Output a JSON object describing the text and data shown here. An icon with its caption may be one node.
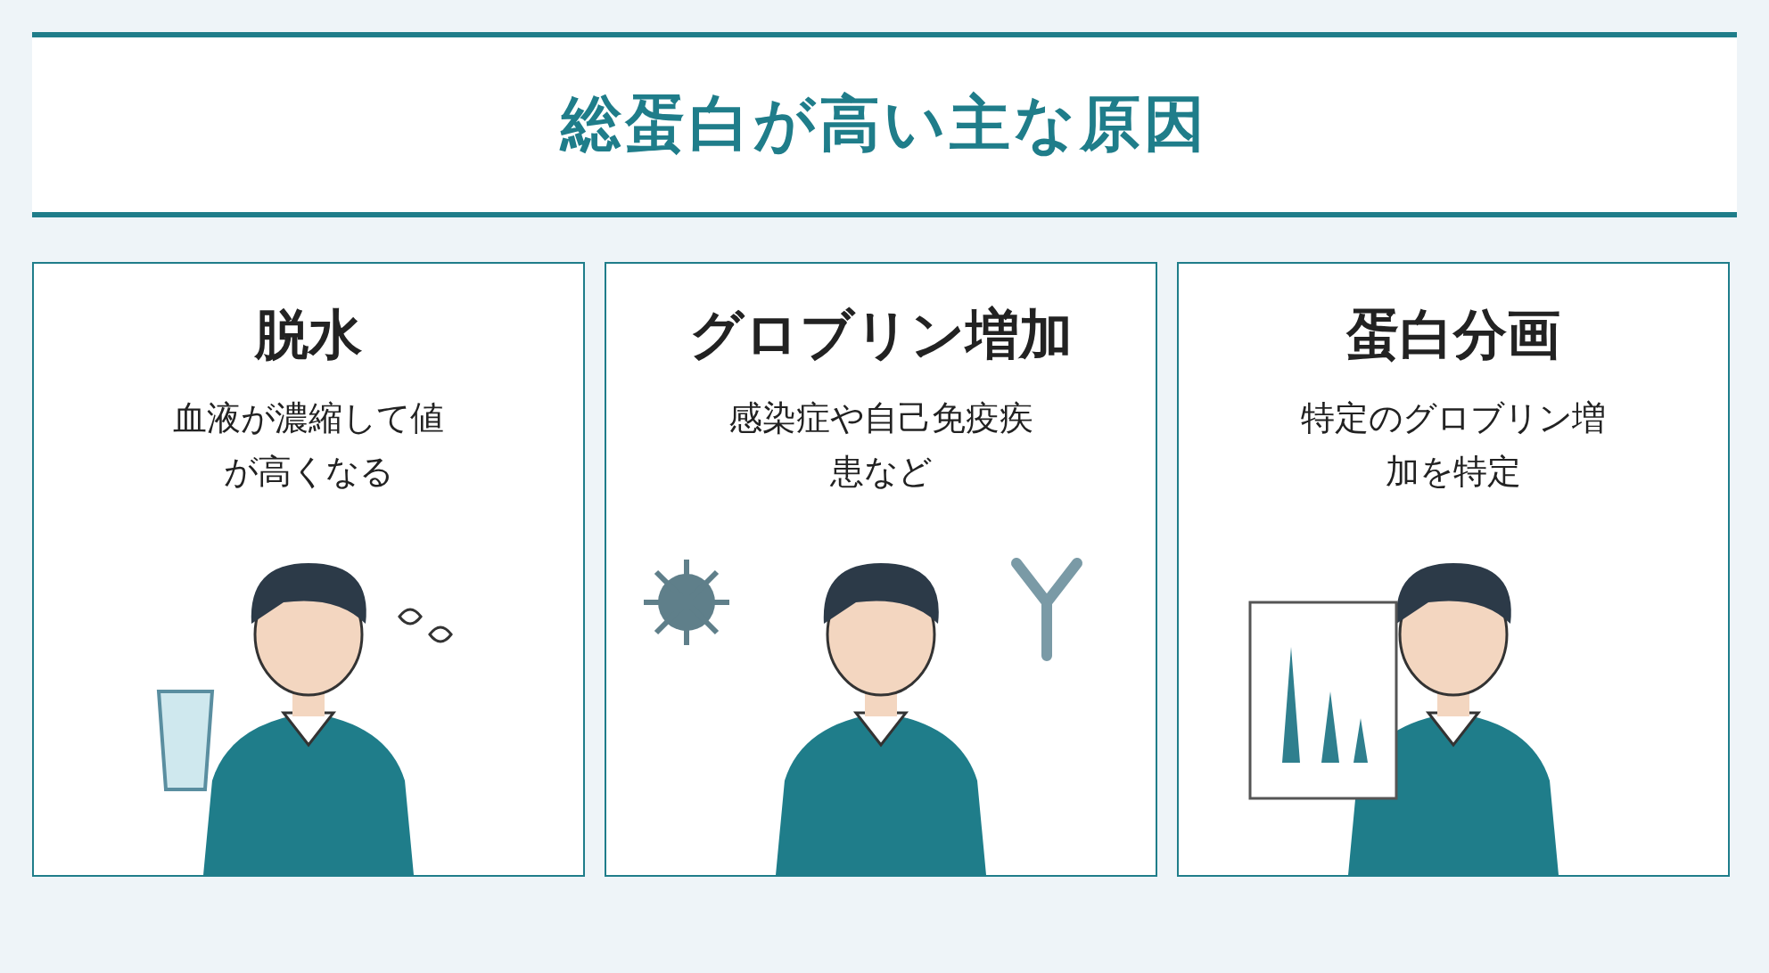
{
  "diagram": {
    "title": "総蛋白が高い主な原因",
    "nodes": [
      {
        "text": [
          "脱水",
          "血液が濃縮して値が高くなる"
        ]
      },
      {
        "text": [
          "グロブリン増加",
          "感染症や自己免疫疾患など"
        ]
      },
      {
        "text": [
          "蛋白分画",
          "特定のグロブリン増加を特定"
        ]
      }
    ]
  }
}
